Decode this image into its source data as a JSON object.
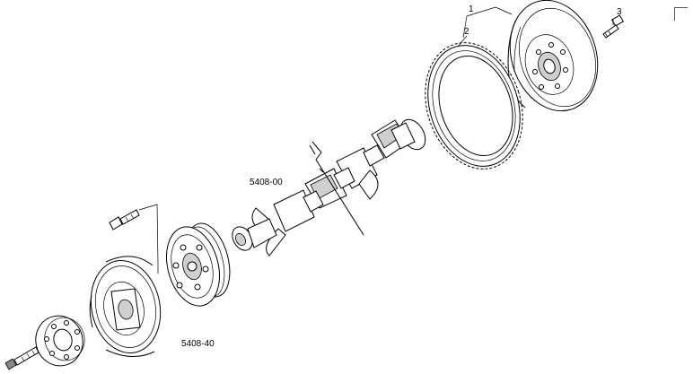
{
  "labels": {
    "item_1": "1",
    "item_2": "2",
    "item_3": "3",
    "ref_crankshaft": "5408-00",
    "ref_pulley": "5408-40"
  },
  "colors": {
    "line": "#000000",
    "background": "#ffffff",
    "shade": "#cfcfcf"
  }
}
